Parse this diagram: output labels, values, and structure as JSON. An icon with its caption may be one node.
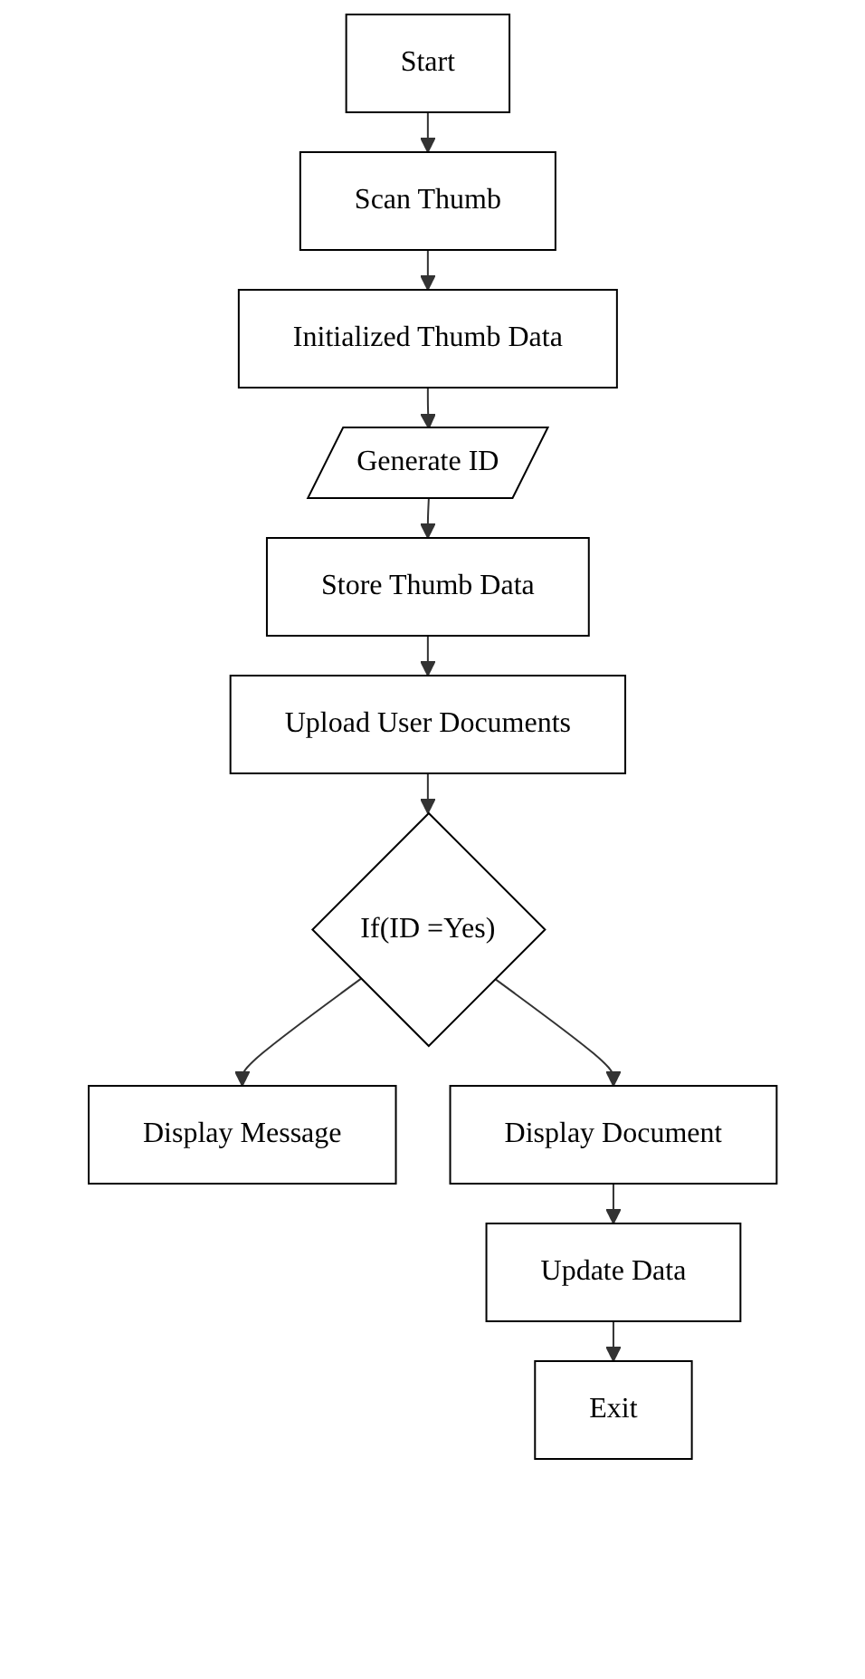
{
  "diagram": {
    "nodes": [
      {
        "text": [
          "Start"
        ]
      },
      {
        "text": [
          "Scan Thumb"
        ]
      },
      {
        "text": [
          "Initialized Thumb Data"
        ]
      },
      {
        "text": [
          "Generate ID"
        ]
      },
      {
        "text": [
          "Store Thumb Data"
        ]
      },
      {
        "text": [
          "Upload User Documents"
        ]
      },
      {
        "text": [
          "If(ID =Yes)"
        ]
      },
      {
        "text": [
          "Display Message"
        ]
      },
      {
        "text": [
          "Display Document"
        ]
      },
      {
        "text": [
          "Update Data"
        ]
      },
      {
        "text": [
          "Exit"
        ]
      }
    ],
    "edges": [
      {
        "from": 0,
        "to": 1,
        "arrow": "to"
      },
      {
        "from": 1,
        "to": 2,
        "arrow": "to"
      },
      {
        "from": 2,
        "to": 3,
        "arrow": "to"
      },
      {
        "from": 3,
        "to": 4,
        "arrow": "to"
      },
      {
        "from": 4,
        "to": 5,
        "arrow": "to"
      },
      {
        "from": 5,
        "to": 6,
        "arrow": "to"
      },
      {
        "from": 6,
        "to": 7,
        "arrow": "to"
      },
      {
        "from": 6,
        "to": 8,
        "arrow": "to"
      },
      {
        "from": 8,
        "to": 9,
        "arrow": "to"
      },
      {
        "from": 9,
        "to": 10,
        "arrow": "to"
      }
    ]
  }
}
